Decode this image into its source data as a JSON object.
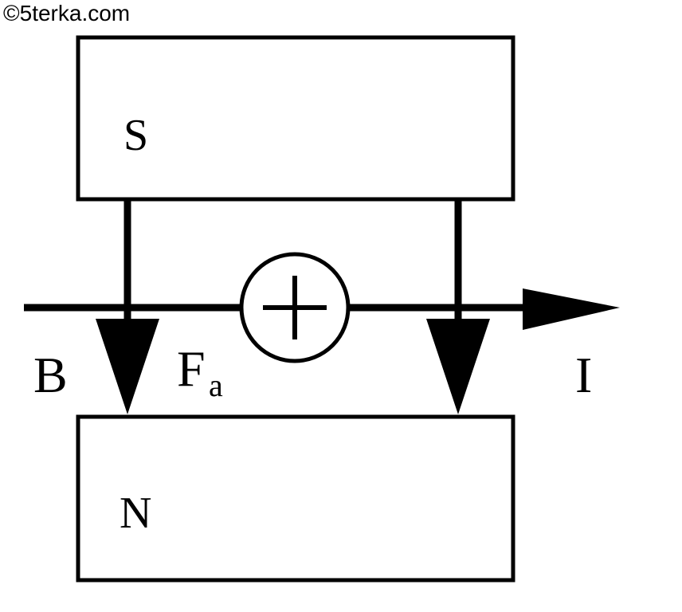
{
  "watermark": "©5terka.com",
  "magnets": {
    "top_pole": "S",
    "bottom_pole": "N"
  },
  "labels": {
    "field": "B",
    "force_main": "F",
    "force_sub": "a",
    "current": "I"
  },
  "colors": {
    "stroke": "#000000",
    "background": "#ffffff"
  },
  "icons": {
    "current_direction": "plus-in-circle-icon"
  }
}
